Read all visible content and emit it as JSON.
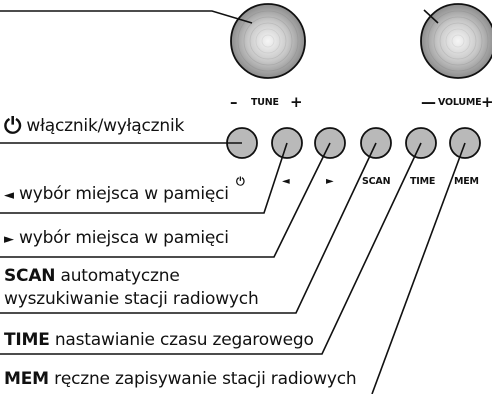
{
  "panel": {
    "tune": {
      "minus": "–",
      "label": "TUNE",
      "plus": "+"
    },
    "volume": {
      "minus": "—",
      "label": "VOLUME",
      "plus": "+"
    },
    "buttons": {
      "power": "⏻",
      "prev": "◄",
      "next": "►",
      "scan": "SCAN",
      "time": "TIME",
      "mem": "MEM"
    }
  },
  "labels": {
    "power": {
      "icon": "⏻",
      "text": "włącznik/wyłącznik"
    },
    "prev": {
      "icon": "◄",
      "text": "wybór miejsca w pamięci"
    },
    "next": {
      "icon": "►",
      "text": "wybór miejsca w pamięci"
    },
    "scan": {
      "key": "SCAN",
      "text": " automatyczne",
      "text2": "wyszukiwanie stacji radiowych"
    },
    "time": {
      "key": "TIME",
      "text": " nastawianie czasu zegarowego"
    },
    "mem": {
      "key": "MEM",
      "text": " ręczne zapisywanie stacji radiowych"
    }
  },
  "colors": {
    "line": "#111111",
    "button_fill": "#b9b9b9",
    "knob_light": "#f4f4f4",
    "knob_dark": "#8a8a8a"
  }
}
